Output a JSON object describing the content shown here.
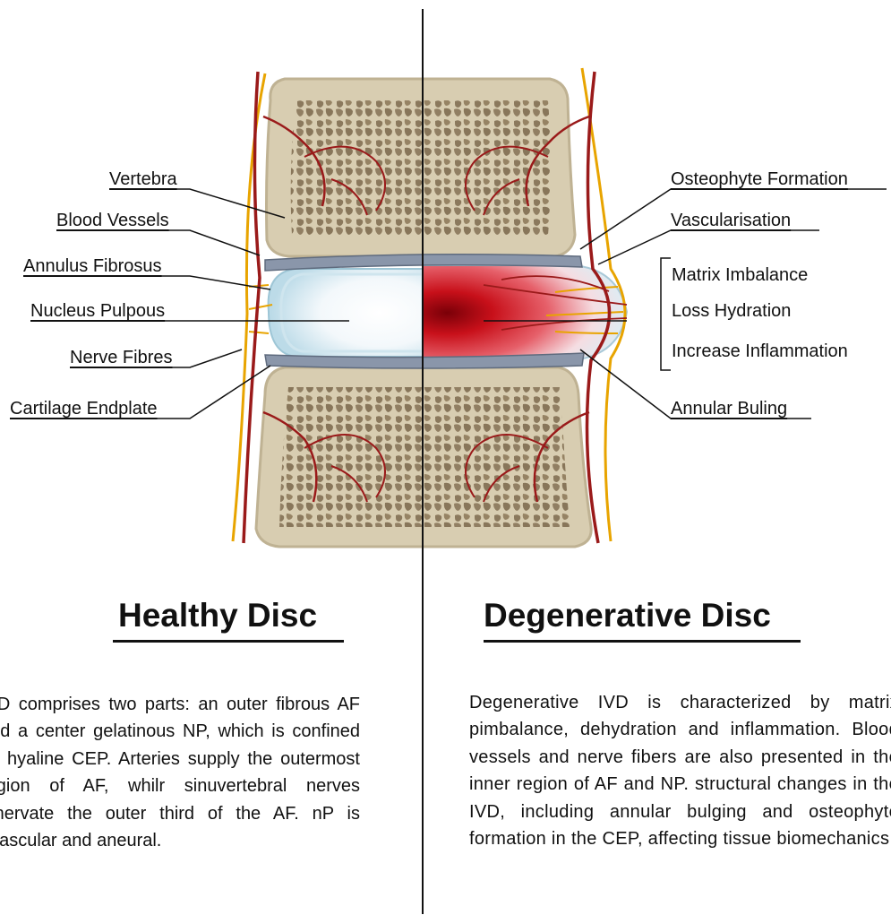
{
  "left": {
    "heading": "Healthy Disc",
    "labels": {
      "vertebra": "Vertebra",
      "blood_vessels": "Blood Vessels",
      "annulus_fibrosus": "Annulus Fibrosus",
      "nucleus_pulpous": "Nucleus Pulpous",
      "nerve_fibres": "Nerve Fibres",
      "cartilage_endplate": "Cartilage Endplate"
    },
    "description": "IVD comprises two parts: an outer fibrous AF and a center gelatinous NP, which is confined by hyaline CEP. Arteries supply the outermost region of AF, whilr sinuvertebral nerves innervate the outer third of the AF. nP is avascular and aneural."
  },
  "right": {
    "heading": "Degenerative Disc",
    "labels": {
      "osteophyte_formation": "Osteophyte Formation",
      "vascularisation": "Vascularisation",
      "matrix_imbalance": "Matrix Imbalance",
      "loss_hydration": "Loss Hydration",
      "increase_inflammation": "Increase Inflammation",
      "annular_buling": "Annular Buling"
    },
    "description": "Degenerative IVD is characterized by matrix pimbalance, dehydration and inflammation. Blood vessels and nerve fibers are also presented in the inner region of AF and NP. structural changes in the IVD, including annular bulging and osteophyte formation in the CEP, affecting tissue biomechanics."
  },
  "colors": {
    "bone": "#d8cdb1",
    "bone_pores": "#7d6a4e",
    "vessel": "#9a1a1a",
    "nerve": "#e8a400",
    "endplate": "#8a96aa",
    "nucleus_healthy": "#e9f3f8",
    "inflammation": "#c8101a"
  }
}
